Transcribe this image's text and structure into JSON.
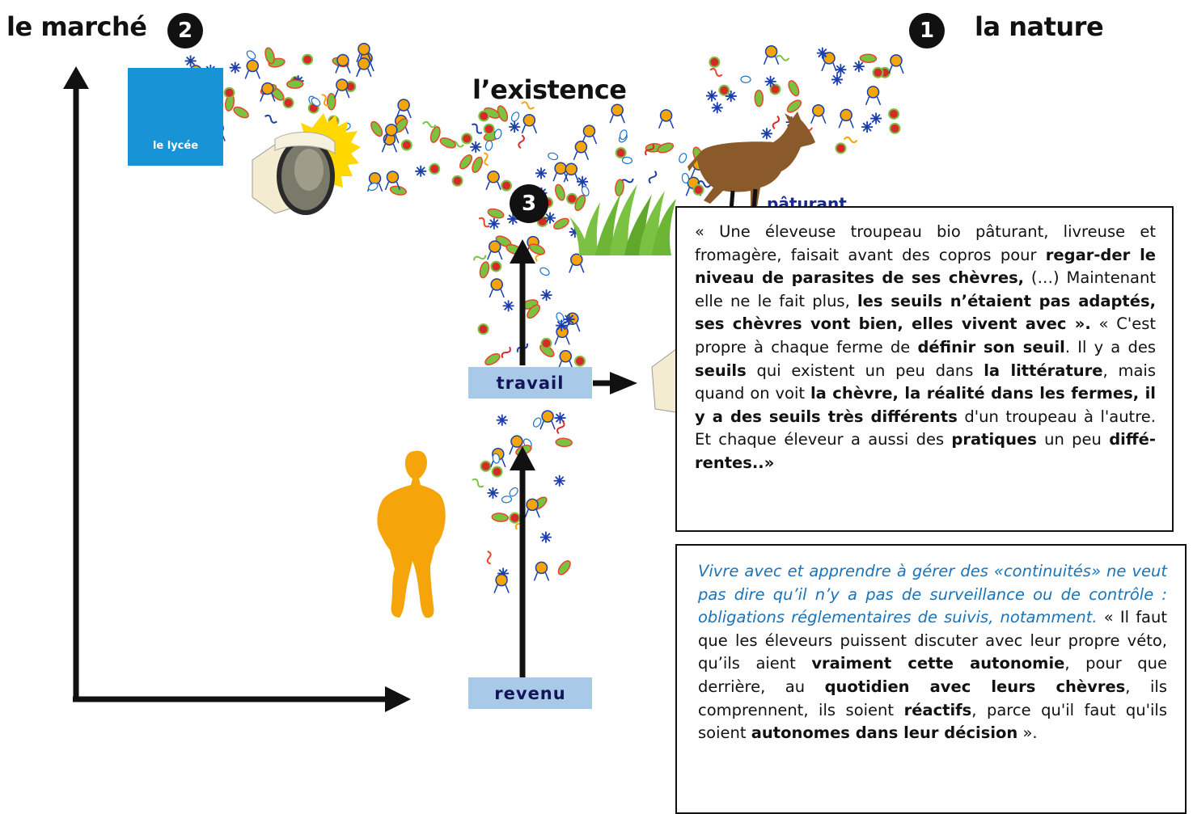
{
  "titles": {
    "market": "le marché",
    "market_num": "2",
    "nature": "la nature",
    "nature_num": "1",
    "existence": "l’existence",
    "center_num": "3"
  },
  "lycee_label": "le lycée",
  "paturant_partial": "pâturant",
  "tags": {
    "travail": "travail",
    "revenu": "revenu"
  },
  "quote": {
    "p1": "« Une éleveuse troupeau bio pâturant, livreuse et fromagère, faisait avant des copros pour ",
    "b1": "regar-der le niveau de parasites de ses chèvres,",
    "p2": " (…) Maintenant elle ne le fait plus, ",
    "b2": "les seuils n’étaient pas adaptés, ses chèvres vont bien, elles vivent avec ».",
    "p3": " « C'est propre à chaque ferme de ",
    "b3": "définir son seuil",
    "p4": ". Il y a des ",
    "b4": "seuils",
    "p5": " qui existent un peu dans ",
    "b5": "la littérature",
    "p6": ", mais quand on voit ",
    "b6": "la chèvre, la réalité dans les fermes, il y a des seuils très différents",
    "p7": " d'un troupeau à l'autre. Et chaque éleveur a aussi des ",
    "b7": "pratiques",
    "p8": " un peu ",
    "b8": "diffé-rentes..»"
  },
  "note": {
    "i1": "Vivre avec et apprendre à gérer des «continuités» ne veut pas dire qu’il n’y a pas de surveillance ou de contrôle : obligations réglementaires de suivis, notamment.",
    "p1": " « Il faut que les éleveurs puissent discuter avec leur propre véto, qu’ils aient ",
    "b1": "vraiment cette autonomie",
    "p2": ", pour que derrière, au ",
    "b2": "quotidien avec leurs chèvres",
    "p3": ", ils comprennent, ils soient ",
    "b3": "réactifs",
    "p4": ", parce qu'il faut qu'ils soient ",
    "b4": "autonomes dans leur décision",
    "p5": " »."
  },
  "colors": {
    "lycee_blue": "#1793d6",
    "tag_bg": "#a9c9e8",
    "tag_text": "#13145a",
    "note_italic": "#1b73b8",
    "figure_orange": "#f5a50a",
    "goat_brown": "#8b5a2b",
    "grass_green": "#7cc242"
  },
  "icons": [
    "school-building-icon",
    "cheese-wheel-icon",
    "goat-icon",
    "grass-icon",
    "person-silhouette-icon",
    "microbe-cloud"
  ]
}
